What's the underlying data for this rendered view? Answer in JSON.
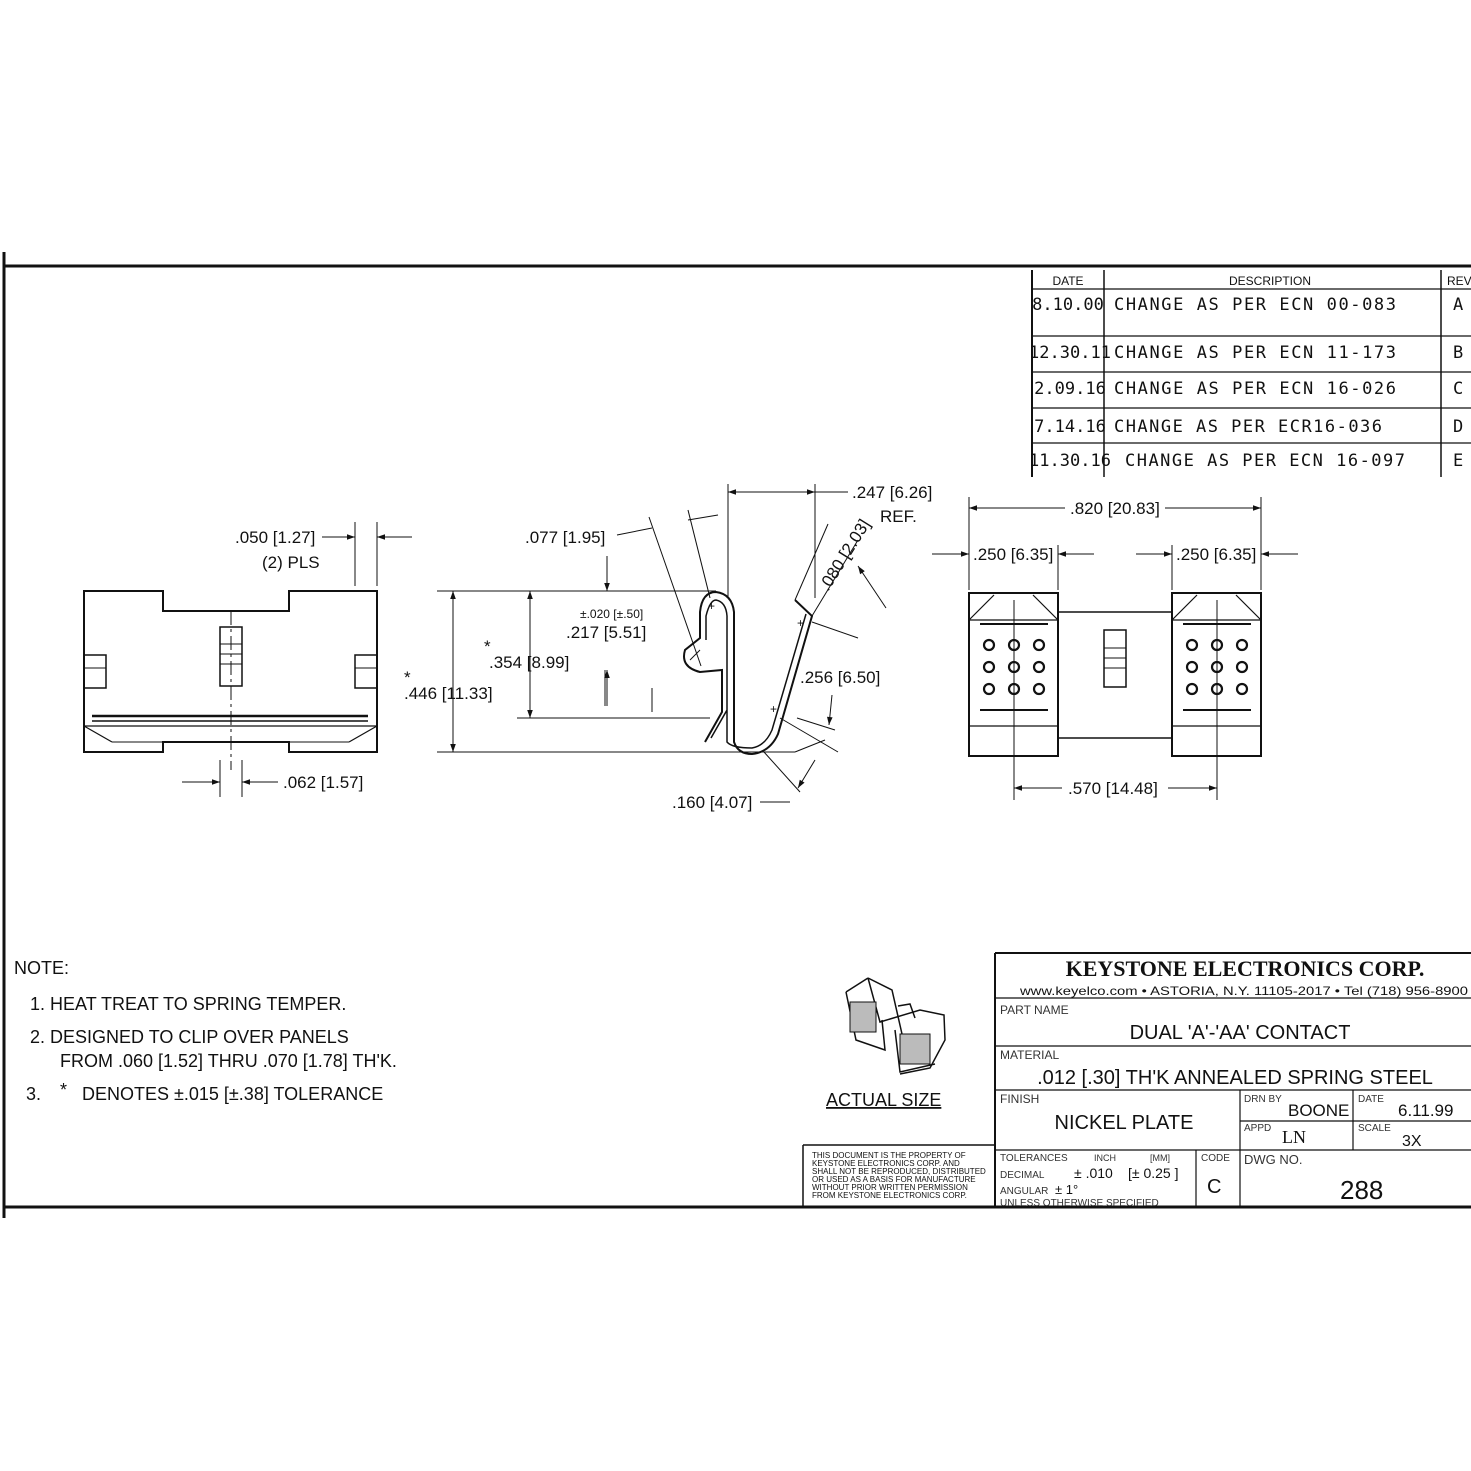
{
  "revision_table": {
    "headers": {
      "date": "DATE",
      "description": "DESCRIPTION",
      "rev": "REV"
    },
    "rows": [
      {
        "date": "8.10.00",
        "description": "CHANGE AS PER ECN 00-083",
        "rev": "A"
      },
      {
        "date": "12.30.11",
        "description": "CHANGE AS PER ECN 11-173",
        "rev": "B"
      },
      {
        "date": "2.09.16",
        "description": "CHANGE AS PER ECN 16-026",
        "rev": "C"
      },
      {
        "date": "7.14.16",
        "description": "CHANGE AS PER ECR16-036",
        "rev": "D"
      },
      {
        "date": "11.30.16",
        "description": "CHANGE AS PER ECN 16-097",
        "rev": "E"
      }
    ]
  },
  "dimensions": {
    "d050": ".050 [1.27]",
    "pls": "(2) PLS",
    "d062": ".062 [1.57]",
    "d077": ".077 [1.95]",
    "d247": ".247 [6.26]",
    "ref": "REF.",
    "d080": ".080 [2.03]",
    "tol020": "±.020 [±.50]",
    "d217": ".217 [5.51]",
    "d354": ".354 [8.99]",
    "d446": ".446 [11.33]",
    "star": "*",
    "d256": ".256 [6.50]",
    "d160": ".160 [4.07]",
    "d820": ".820 [20.83]",
    "d250a": ".250 [6.35]",
    "d250b": ".250 [6.35]",
    "d570": ".570 [14.48]"
  },
  "notes": {
    "heading": "NOTE:",
    "n1": "1. HEAT TREAT TO SPRING TEMPER.",
    "n2a": "2. DESIGNED TO CLIP OVER PANELS",
    "n2b": "FROM .060 [1.52] THRU .070 [1.78] TH'K.",
    "n3num": "3.",
    "n3star": "*",
    "n3text": "DENOTES ±.015 [±.38] TOLERANCE"
  },
  "actual_size_label": "ACTUAL SIZE",
  "proprietary": [
    "THIS DOCUMENT IS THE PROPERTY OF",
    "KEYSTONE ELECTRONICS CORP. AND",
    "SHALL NOT BE REPRODUCED, DISTRIBUTED",
    "OR USED AS A BASIS FOR MANUFACTURE",
    "WITHOUT PRIOR WRITTEN PERMISSION",
    "FROM KEYSTONE ELECTRONICS CORP."
  ],
  "title_block": {
    "company": "KEYSTONE ELECTRONICS CORP.",
    "contact": "www.keyelco.com • ASTORIA, N.Y. 11105-2017 • Tel (718) 956-8900",
    "part_name_label": "PART NAME",
    "part_name": "DUAL 'A'-'AA' CONTACT",
    "material_label": "MATERIAL",
    "material": ".012 [.30] TH'K ANNEALED SPRING STEEL",
    "finish_label": "FINISH",
    "finish": "NICKEL PLATE",
    "drn_by_label": "DRN BY",
    "drn_by": "BOONE",
    "date_label": "DATE",
    "date": "6.11.99",
    "appd_label": "APPD",
    "appd": "LN",
    "scale_label": "SCALE",
    "scale": "3X",
    "tolerances_label": "TOLERANCES",
    "inch_label": "INCH",
    "mm_label": "[MM]",
    "decimal_label": "DECIMAL",
    "decimal_inch": "± .010",
    "decimal_mm": "[± 0.25 ]",
    "angular_label": "ANGULAR",
    "angular": "± 1°",
    "unless": "UNLESS OTHERWISE SPECIFIED",
    "code_label": "CODE",
    "code": "C",
    "dwg_no_label": "DWG NO.",
    "dwg_no": "288"
  }
}
